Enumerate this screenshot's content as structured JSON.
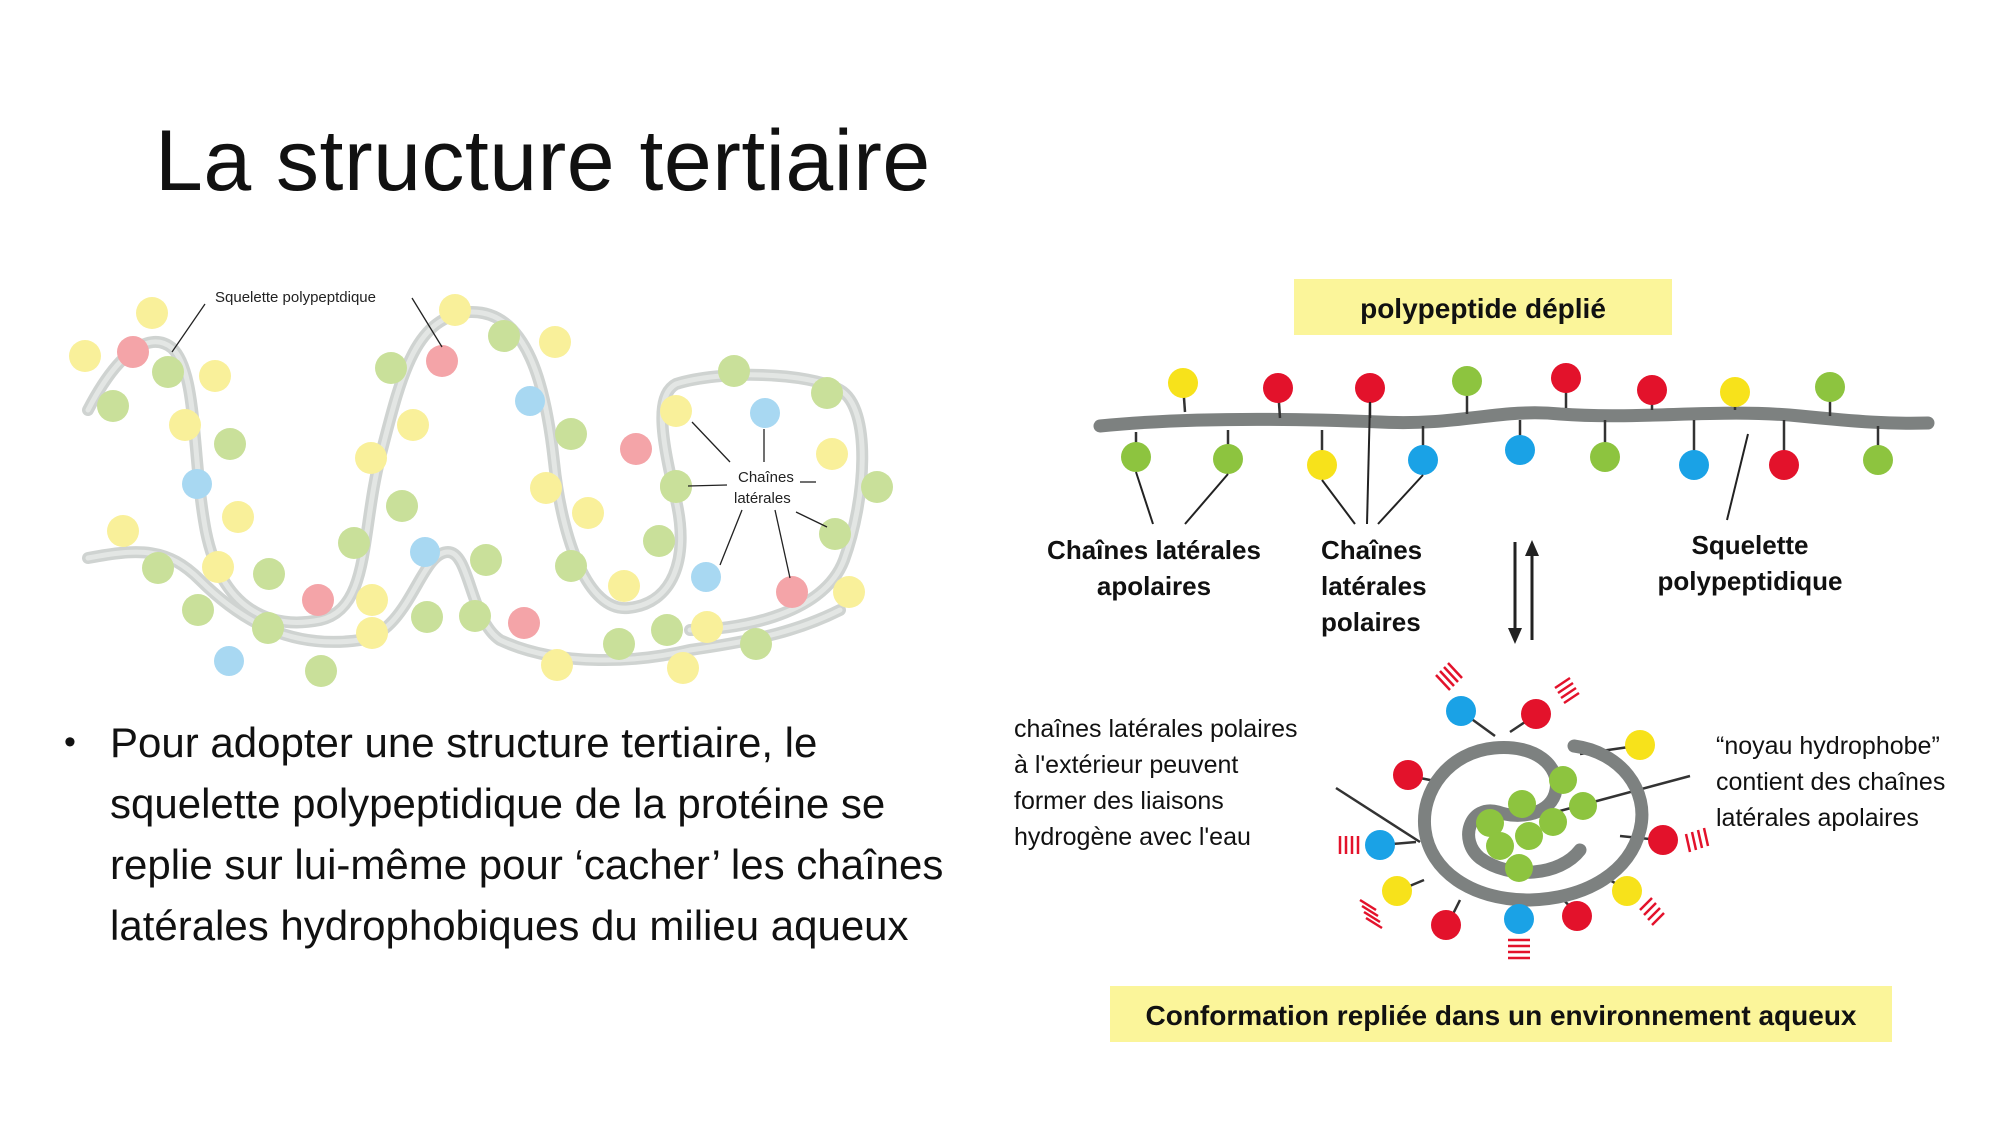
{
  "title": "La structure tertiaire",
  "bullet": "Pour adopter une structure tertiaire, le squelette polypeptidique de la protéine se replie sur lui-même pour ‘cacher’ les chaînes latérales hydrophobiques du milieu aqueux",
  "left_diagram": {
    "label_backbone": "Squelette polypeptdique",
    "label_side_1": "Chaînes",
    "label_side_2": "latérales"
  },
  "right_diagram": {
    "banner_top": "polypeptide déplié",
    "label_apolar_1": "Chaînes latérales",
    "label_apolar_2": "apolaires",
    "label_polar_1": "Chaînes",
    "label_polar_2": "latérales",
    "label_polar_3": "polaires",
    "label_backbone_1": "Squelette",
    "label_backbone_2": "polypeptidique",
    "note_left_1": "chaînes latérales polaires",
    "note_left_2": "à l'extérieur peuvent",
    "note_left_3": "former des liaisons",
    "note_left_4": "hydrogène avec l'eau",
    "note_right_1": "“noyau hydrophobe”",
    "note_right_2": "contient des chaînes",
    "note_right_3": "latérales apolaires",
    "banner_bottom": "Conformation repliée dans un environnement aqueux"
  },
  "colors": {
    "yellow": "#f7e21b",
    "red": "#e3122b",
    "green": "#8dc43f",
    "blue": "#1aa2e6",
    "backbone": "#8a8f8e",
    "banner": "#fbf59a"
  }
}
